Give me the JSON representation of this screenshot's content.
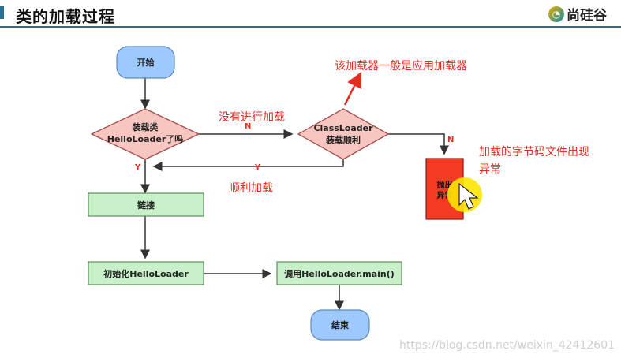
{
  "header": {
    "title": "类的加载过程",
    "brand": "尚硅谷",
    "brand_icon": "circle-logo"
  },
  "nodes": {
    "start": "开始",
    "decision_loaded_line1": "装载类",
    "decision_loaded_line2": "HelloLoader了吗",
    "classloader_line1": "ClassLoader",
    "classloader_line2": "装载顺利",
    "throw_line1": "抛出",
    "throw_line2": "异常",
    "link": "链接",
    "init": "初始化HelloLoader",
    "call_main": "调用HelloLoader.main()",
    "end": "结束"
  },
  "edges": {
    "n_top": "N",
    "n_right": "N",
    "y_left": "Y",
    "y_return": "Y"
  },
  "annotations": {
    "classloader_note": "该加载器一般是应用加载器",
    "not_loaded_note": "没有进行加载",
    "success_note": "顺利加载",
    "failure_note_line1": "加载的字节码文件出现",
    "failure_note_line2": "异常"
  },
  "watermark": "https://blog.csdn.net/weixin_42412601",
  "colors": {
    "accent": "#2d6f94",
    "red": "#e52b20",
    "start_fill": "#9ec9ff",
    "decision_fill": "#f7c6c1",
    "process_fill": "#c9f1c9",
    "error_fill": "#f33b24",
    "cursor_highlight": "#ffe600"
  }
}
